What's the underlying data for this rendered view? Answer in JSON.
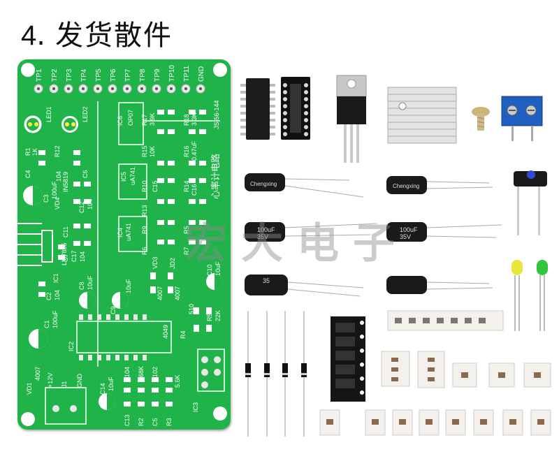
{
  "heading": {
    "number": "4",
    "separator": ".",
    "text": "发货散件"
  },
  "watermark": "宏大电子",
  "pcb": {
    "color": "#1fb34a",
    "board_id": "JS-56-144",
    "title_silk": "心率计电路",
    "test_points": [
      "TP1",
      "TP2",
      "TP3",
      "TP4",
      "TP5",
      "TP6",
      "TP7",
      "TP8",
      "TP9",
      "TP10",
      "TP11",
      "GND"
    ],
    "labels": {
      "led1": "LED1",
      "led2": "LED2",
      "ic6": "IC6",
      "op07": "OP07",
      "r17": "R17",
      "r17v": "3.9K",
      "r18": "R18",
      "r18v": "3.3K",
      "r15": "R15",
      "r15v": "10K",
      "r16": "R16",
      "r16v": "0.47uF",
      "r1": "R1",
      "r1v": "1K",
      "r12": "R12",
      "c6": "C6",
      "ic5": "IC5",
      "ua741a": "uA741",
      "c4": "C4",
      "c4v": "104",
      "vd4": "VD4",
      "in5819": "IN5819",
      "c3": "C3",
      "c3v": "100uF",
      "c12": "C12",
      "c12v": "104",
      "c14a": "C14",
      "c15": "C15",
      "r10": "R10",
      "r13": "R13",
      "r14": "R14",
      "c16": "C16",
      "ic4": "IC4",
      "ua741b": "uA741",
      "c11": "C11",
      "c7": "C7",
      "c17": "C17",
      "c17v": "104",
      "ic1": "IC1",
      "lm7805": "LM7805",
      "r9": "R9",
      "r6": "R6",
      "r5a": "R5",
      "r7": "R7",
      "c8": "C8",
      "c8v": "10uF",
      "vd3": "VD3",
      "jd2": "JD2",
      "c10": "C10",
      "c10v": "10uF",
      "c9": "C9",
      "c9v": "10uF",
      "c2": "C2",
      "c2v": "104",
      "c1": "C1",
      "c1v": "100uF",
      "r4": "R4",
      "r4v": "510",
      "r5b": "R5",
      "r5v": "22K",
      "ic2": "IC2",
      "ic2v": "4049",
      "v12": "+12V",
      "j1": "J1",
      "gnd": "GND",
      "vd1": "VD1",
      "vd1v": "4007",
      "c14": "C14",
      "c14v": "10uF",
      "c13": "C13",
      "c13v": "104",
      "r2": "R2",
      "r2v": "68K",
      "c5": "C5",
      "c5v": "102",
      "r3": "R3",
      "r3v": "5.6K",
      "ic3": "IC3",
      "v4007a": "4007",
      "v4007b": "4007"
    }
  },
  "components": {
    "cap_brand": "Chengxing",
    "cap_value": "100uF",
    "cap_voltage": "35V",
    "cap_small": "35"
  }
}
